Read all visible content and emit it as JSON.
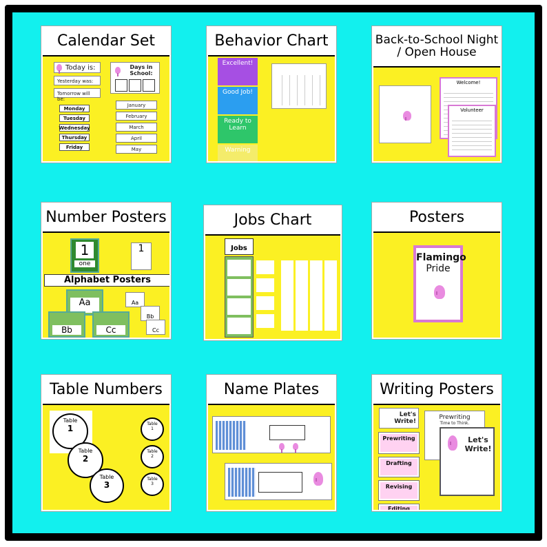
{
  "tiles": {
    "calendar": {
      "title": "Calendar Set",
      "today": "Today is:",
      "yesterday": "Yesterday was:",
      "tomorrow": "Tomorrow will be:",
      "days_in_school": "Days in School:",
      "weekdays": [
        "Monday",
        "Tuesday",
        "Wednesday",
        "Thursday",
        "Friday"
      ],
      "months": [
        "January",
        "February",
        "March",
        "April",
        "May"
      ]
    },
    "behavior": {
      "title": "Behavior Chart",
      "levels": [
        "Excellent!",
        "Good Job!",
        "Ready to Learn",
        "Warning"
      ],
      "colors": [
        "#a64fe3",
        "#2b9ef0",
        "#2ec66a",
        "#f4ec6b"
      ]
    },
    "back_to_school": {
      "title": "Back-to-School Night / Open House",
      "welcome": "Welcome!",
      "volunteer": "Volunteer"
    },
    "number_posters": {
      "title": "Number Posters",
      "digit": "1",
      "word": "one",
      "alphabet_title": "Alphabet Posters",
      "letters": [
        "Aa",
        "Bb",
        "Cc"
      ]
    },
    "jobs": {
      "title": "Jobs Chart",
      "header": "Jobs"
    },
    "posters": {
      "title": "Posters",
      "line1": "Flamingo",
      "line2": "Pride"
    },
    "table_numbers": {
      "title": "Table Numbers",
      "label": "Table",
      "numbers": [
        "1",
        "2",
        "3"
      ]
    },
    "name_plates": {
      "title": "Name Plates"
    },
    "writing": {
      "title": "Writing Posters",
      "lets_write": "Let's Write!",
      "prewriting": "Prewriting",
      "time_to_think": "Time to Think.",
      "steps": [
        "Prewriting",
        "Drafting",
        "Revising",
        "Editing"
      ]
    }
  }
}
